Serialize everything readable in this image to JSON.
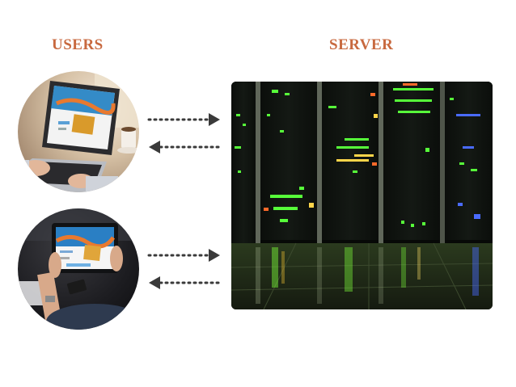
{
  "headings": {
    "users": "USERS",
    "server": "SERVER"
  },
  "colors": {
    "heading": "#c8693f",
    "arrow": "#3a3a3a",
    "background": "#ffffff"
  },
  "nodes": {
    "users": [
      {
        "id": "laptop-user",
        "icon": "laptop-icon"
      },
      {
        "id": "tablet-user",
        "icon": "tablet-icon"
      }
    ],
    "server": {
      "id": "server-room",
      "icon": "server-rack-icon"
    }
  },
  "connections": [
    {
      "from": "laptop-user",
      "to": "server-room",
      "style": "dotted"
    },
    {
      "from": "server-room",
      "to": "laptop-user",
      "style": "dotted"
    },
    {
      "from": "tablet-user",
      "to": "server-room",
      "style": "dotted"
    },
    {
      "from": "server-room",
      "to": "tablet-user",
      "style": "dotted"
    }
  ]
}
